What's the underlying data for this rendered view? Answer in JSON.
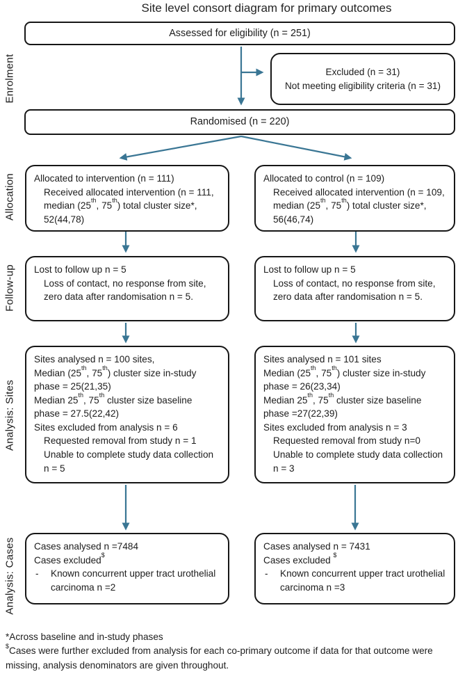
{
  "title": "Site level consort diagram for primary outcomes",
  "colors": {
    "arrow": "#3a7694",
    "border": "#161616",
    "text": "#1c1c1c"
  },
  "stage_labels": [
    "Enrolment",
    "Allocation",
    "Follow-up",
    "Analysis: Sites",
    "Analysis: Cases"
  ],
  "enrolment": {
    "assessed": "Assessed for eligibility (n = 251)",
    "excluded": {
      "lines": [
        {
          "t": "Excluded (n = 31)"
        },
        {
          "t": "Not meeting eligibility criteria (n = 31)"
        }
      ]
    },
    "randomised": "Randomised (n = 220)"
  },
  "allocation": {
    "intervention": {
      "lines": [
        {
          "t": "Allocated to intervention (n = 111)"
        },
        {
          "t": "Received allocated intervention (n = 111, median (25^{th}, 75^{th}) total cluster size*, 52(44,78)",
          "i": 1
        }
      ]
    },
    "control": {
      "lines": [
        {
          "t": "Allocated to control (n = 109)"
        },
        {
          "t": "Received allocated intervention (n = 109, median (25^{th}, 75^{th}) total cluster size*, 56(46,74)",
          "i": 1
        }
      ]
    }
  },
  "follow_up": {
    "intervention": {
      "lines": [
        {
          "t": "Lost to follow up n = 5"
        },
        {
          "t": "Loss of contact, no response from site, zero data after randomisation n = 5.",
          "i": 1
        }
      ]
    },
    "control": {
      "lines": [
        {
          "t": "Lost to follow up n = 5"
        },
        {
          "t": "Loss of contact, no response from site, zero data after randomisation n = 5.",
          "i": 1
        }
      ]
    }
  },
  "analysis_sites": {
    "intervention": {
      "lines": [
        {
          "t": "Sites analysed n = 100 sites,"
        },
        {
          "t": "Median (25^{th}, 75^{th}) cluster size in-study phase = 25(21,35)"
        },
        {
          "t": "Median 25^{th}, 75^{th} cluster size baseline phase = 27.5(22,42)"
        },
        {
          "t": "Sites excluded from analysis n = 6"
        },
        {
          "t": "Requested removal from study n = 1",
          "i": 1
        },
        {
          "t": "Unable to complete study data collection n = 5",
          "i": 1
        }
      ]
    },
    "control": {
      "lines": [
        {
          "t": "Sites analysed n = 101 sites"
        },
        {
          "t": "Median (25^{th}, 75^{th}) cluster size in-study phase = 26(23,34)"
        },
        {
          "t": "Median 25^{th}, 75^{th} cluster size baseline phase =27(22,39)"
        },
        {
          "t": "Sites excluded from analysis n = 3"
        },
        {
          "t": "Requested removal from study n=0",
          "i": 1
        },
        {
          "t": "Unable to complete study data collection n = 3",
          "i": 1
        }
      ]
    }
  },
  "analysis_cases": {
    "intervention": {
      "lines": [
        {
          "t": "Cases analysed n =7484"
        },
        {
          "t": "Cases excluded^{$}"
        },
        {
          "t": "Known concurrent upper tract urothelial carcinoma n =2",
          "bullet": "-"
        }
      ]
    },
    "control": {
      "lines": [
        {
          "t": "Cases analysed n = 7431"
        },
        {
          "t": "Cases excluded ^{$}"
        },
        {
          "t": "Known concurrent upper tract urothelial carcinoma n =3",
          "bullet": "-"
        }
      ]
    }
  },
  "footnotes": {
    "lines": [
      {
        "t": "*Across baseline and in-study phases"
      },
      {
        "t": "^{$}Cases were further excluded from analysis for each co-primary outcome if data for that outcome were missing, analysis denominators are given throughout."
      }
    ]
  }
}
